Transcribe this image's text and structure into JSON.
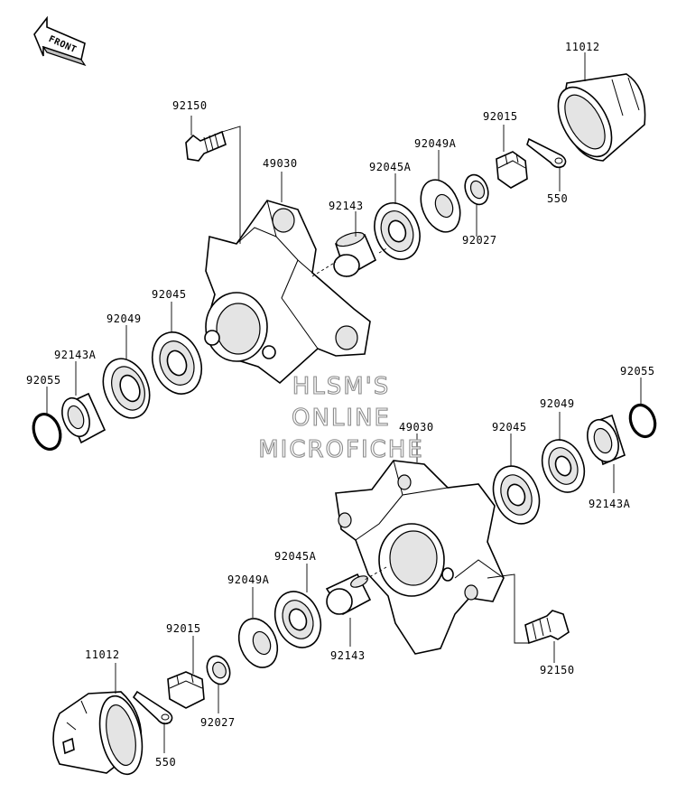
{
  "front_arrow": {
    "label": "FRONT"
  },
  "watermark": {
    "lines": [
      "HLSM'S",
      "ONLINE",
      "MICROFICHE"
    ]
  },
  "parts": {
    "upper": {
      "cap": "11012",
      "bolt": "92150",
      "hub": "49030",
      "nut": "92015",
      "seal_a": "92049A",
      "bearing_a": "92045A",
      "spacer": "92143",
      "washer": "92027",
      "cotter_pin": "550",
      "bearing": "92045",
      "seal": "92049",
      "collar": "92143A",
      "ring": "92055"
    },
    "lower": {
      "ring": "92055",
      "hub": "49030",
      "bearing": "92045",
      "seal": "92049",
      "collar": "92143A",
      "seal_a": "92049A",
      "bearing_a": "92045A",
      "nut": "92015",
      "cap": "11012",
      "spacer": "92143",
      "washer": "92027",
      "cotter_pin": "550",
      "bolt": "92150"
    }
  }
}
